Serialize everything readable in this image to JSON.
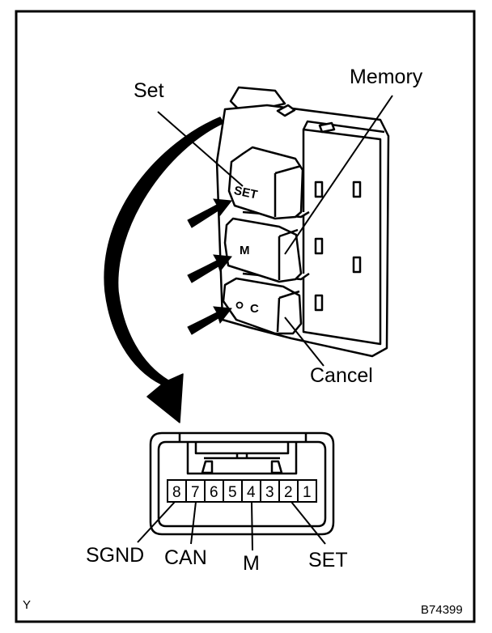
{
  "callouts": {
    "set": "Set",
    "memory": "Memory",
    "cancel": "Cancel"
  },
  "buttons": {
    "set": "SET",
    "memory": "M",
    "cancel": "C"
  },
  "connector": {
    "pins": [
      "8",
      "7",
      "6",
      "5",
      "4",
      "3",
      "2",
      "1"
    ],
    "pin_labels": {
      "sgnd": "SGND",
      "can": "CAN",
      "m": "M",
      "set": "SET"
    }
  },
  "footer": {
    "left_code": "Y",
    "figure_id": "B74399"
  }
}
